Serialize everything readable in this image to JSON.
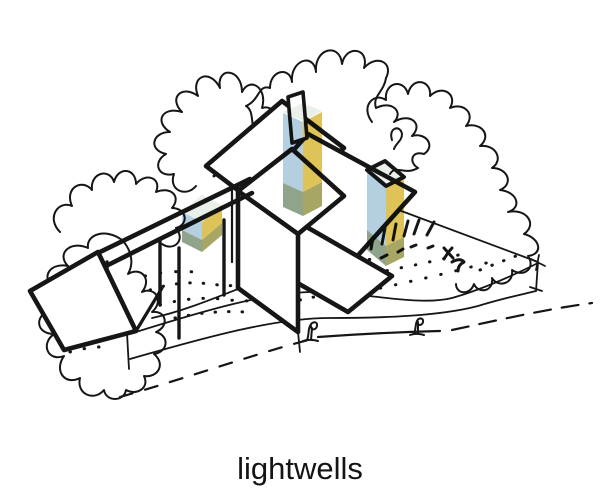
{
  "caption": "lightwells",
  "scene": {
    "type": "hand-drawn axonometric architectural sketch",
    "lightwell_count": 3,
    "lightwells": [
      {
        "id": "left"
      },
      {
        "id": "center"
      },
      {
        "id": "right"
      }
    ]
  },
  "colors": {
    "background": "#ffffff",
    "ink": "#161616",
    "lightwell_yellow": "#d8bb41",
    "lightwell_blue": "#aac8dc",
    "lightwell_top": "#e6eee6",
    "overlap_olive": "#9b9a4f",
    "overlap_blue_olive": "#81977c",
    "caption_color": "#141414"
  }
}
